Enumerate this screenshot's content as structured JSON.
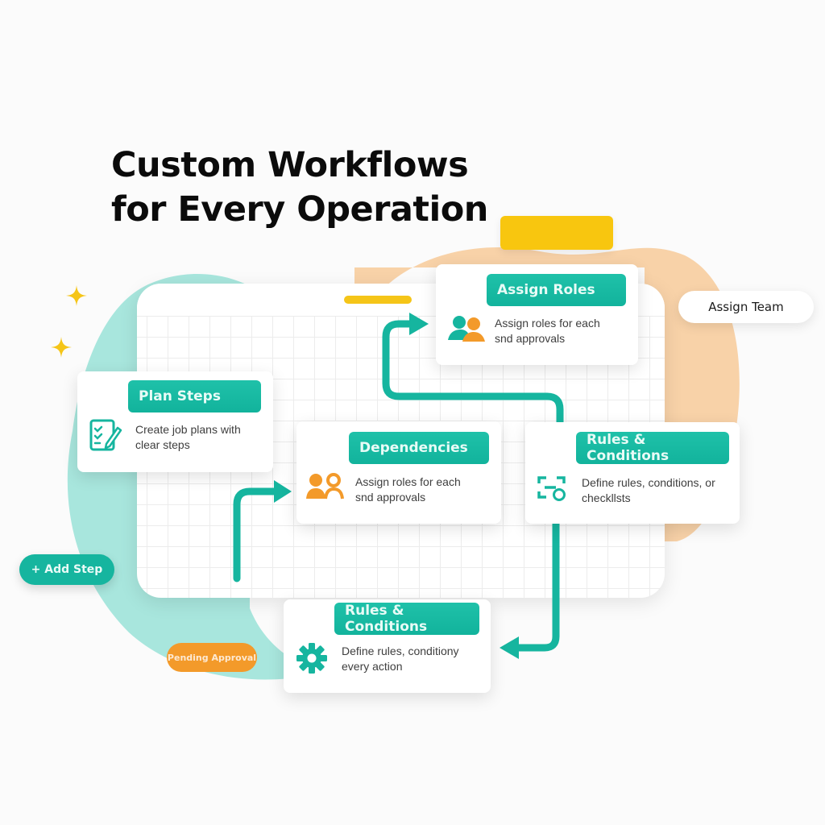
{
  "title": {
    "line1": "Custom Workflows",
    "line2": "for Every Operation"
  },
  "colors": {
    "teal": "#16b59f",
    "teal_light": "#a8e6dd",
    "peach": "#f8d2a8",
    "orange": "#f39a2a",
    "yellow": "#f8c60f"
  },
  "cards": {
    "assign_roles": {
      "header": "Assign Roles",
      "line1": "Assign roles for each",
      "line2": "snd approvals",
      "icon": "people-icon"
    },
    "plan_steps": {
      "header": "Plan Steps",
      "line1": "Create job plans with",
      "line2": "clear steps",
      "icon": "checklist-edit-icon"
    },
    "dependencies": {
      "header": "Dependencies",
      "line1": "Assign roles for each",
      "line2": "snd approvals",
      "icon": "people-icon"
    },
    "rules_conditions_right": {
      "header": "Rules & Conditions",
      "line1": "Define rules, conditions, or",
      "line2": "checkllsts",
      "icon": "scan-refresh-icon"
    },
    "rules_conditions_bottom": {
      "header": "Rules & Conditions",
      "line1": "Define rules, conditiony",
      "line2": "every action",
      "icon": "gear-icon"
    }
  },
  "assign_team": {
    "label": "Assign Team"
  },
  "add_step": {
    "label": "+ Add Step"
  },
  "pending_badge": {
    "label": "Pending Approval"
  }
}
